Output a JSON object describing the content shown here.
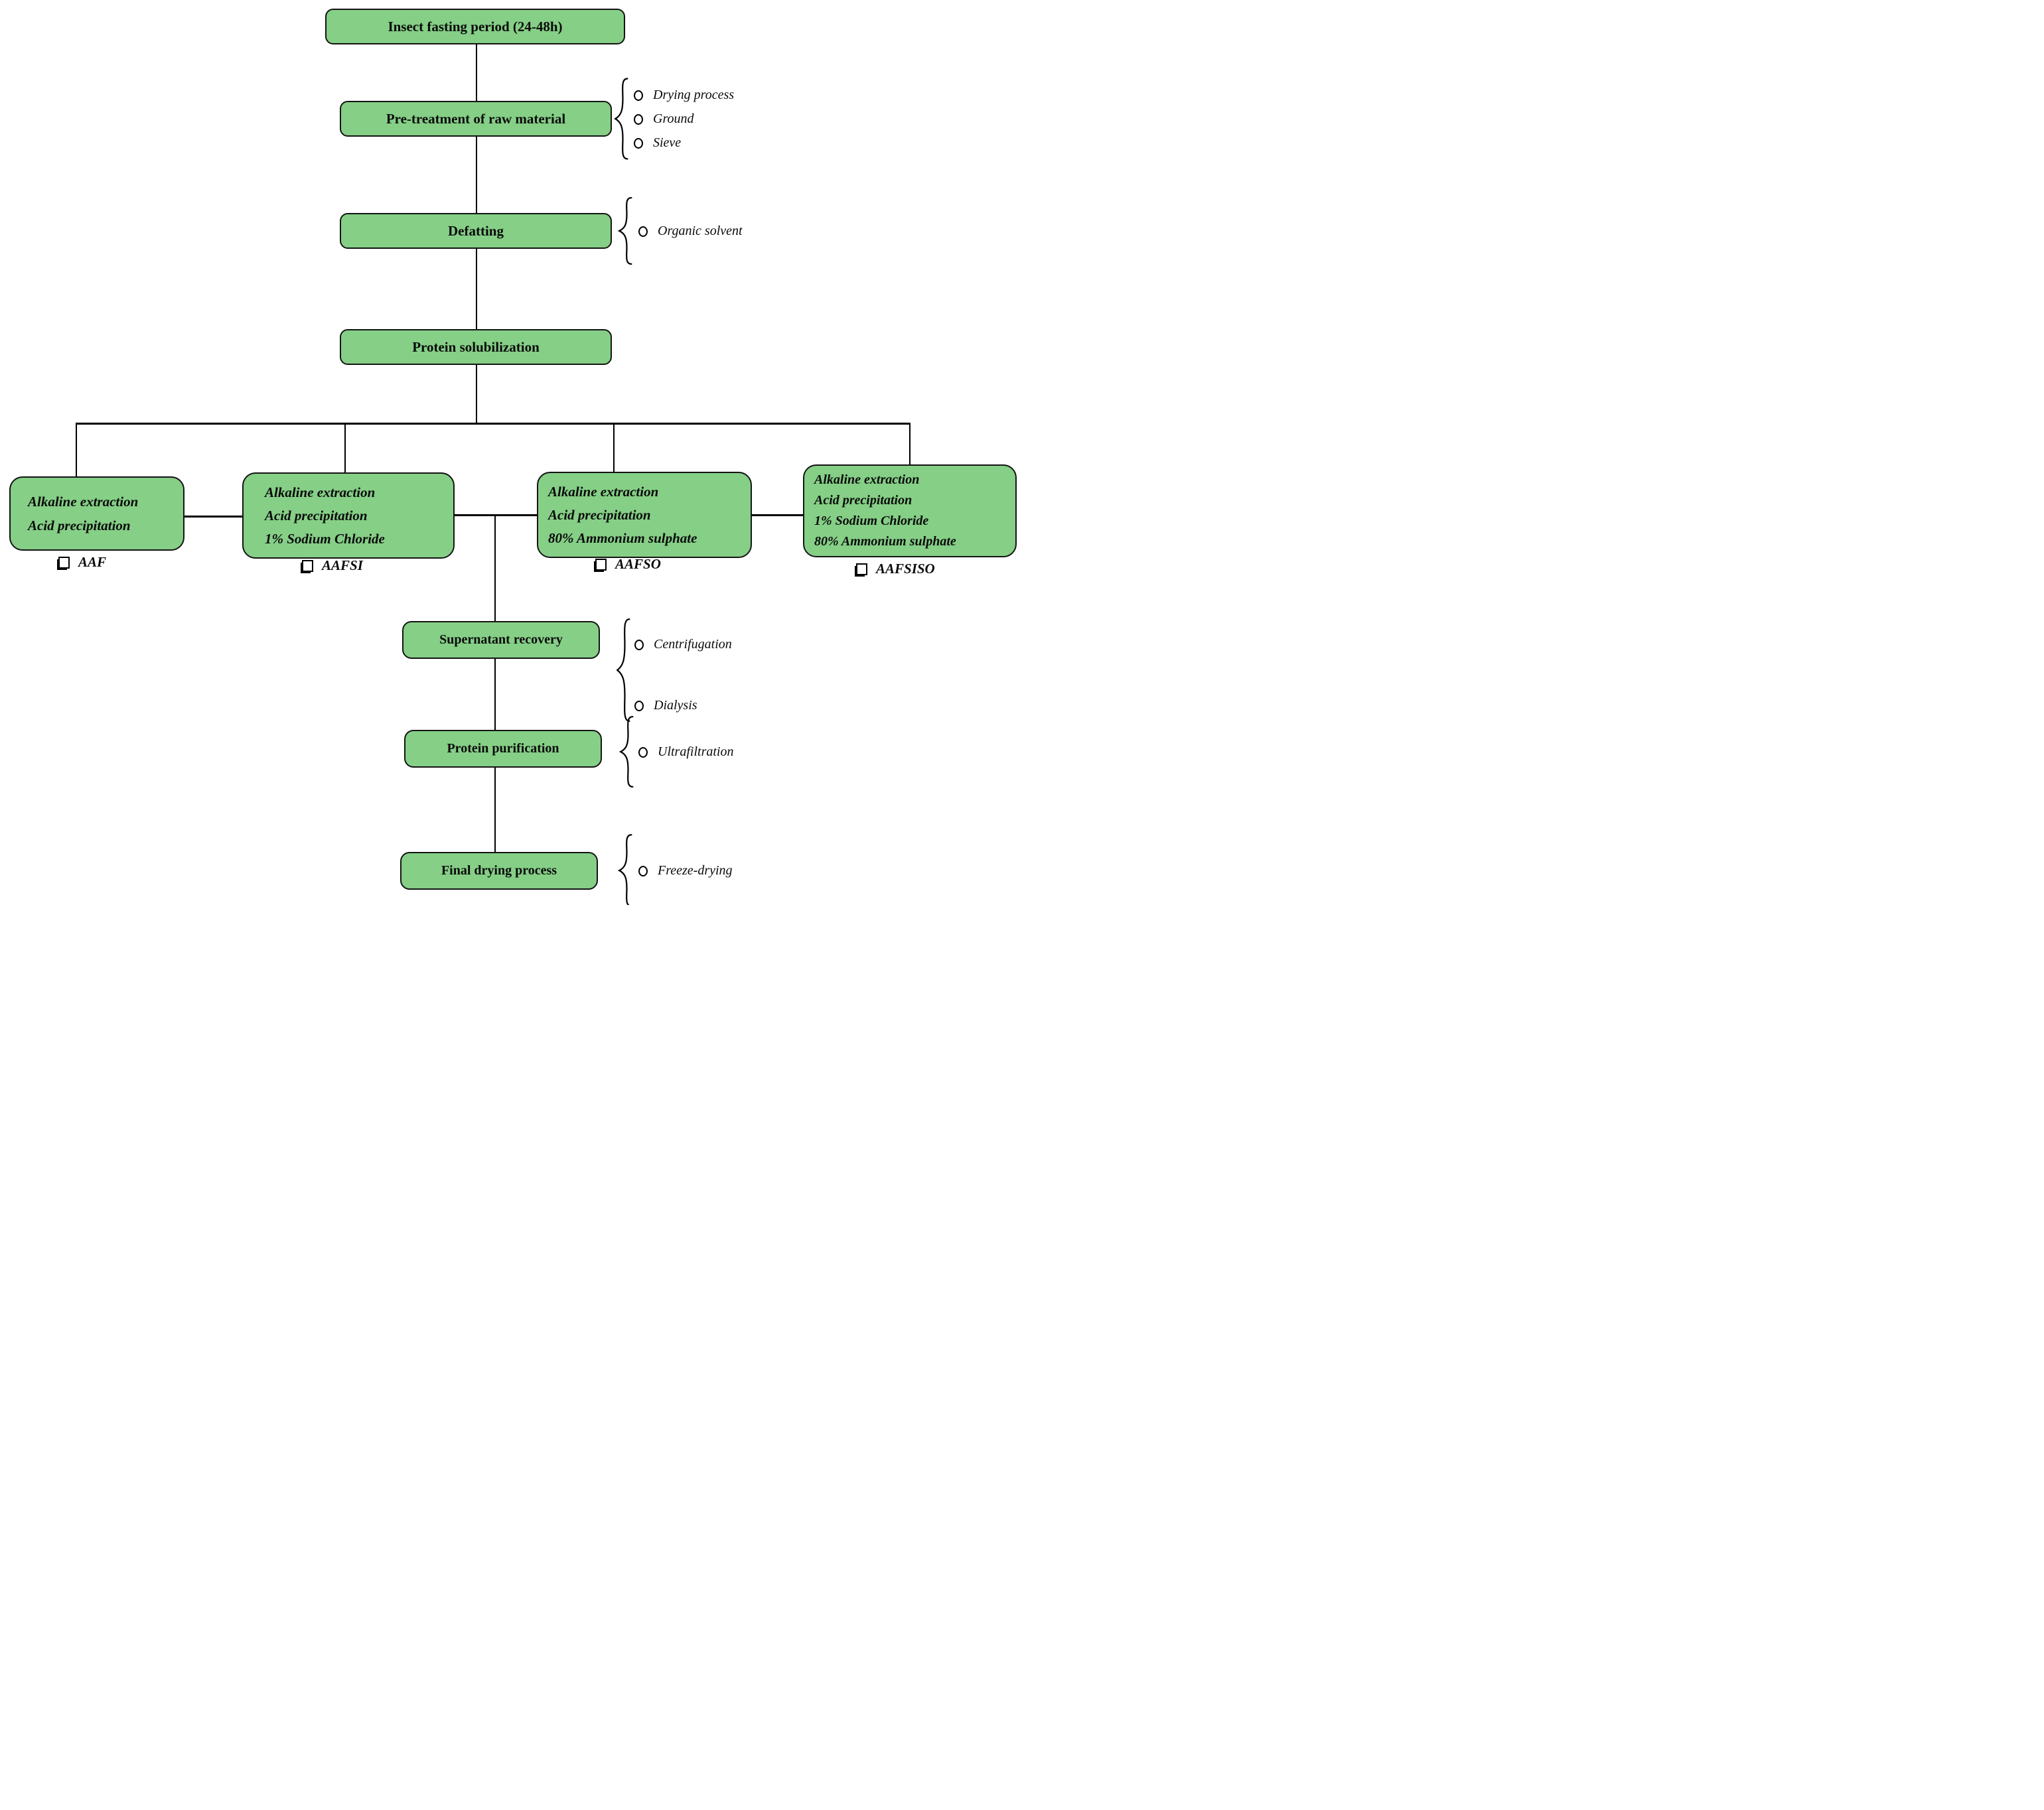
{
  "figure": {
    "type": "flowchart",
    "background": "#ffffff",
    "box_fill": "#85cf86",
    "box_border": "#141414",
    "line_color": "#000000"
  },
  "flow": {
    "step1": "Insect fasting period (24-48h)",
    "step2": "Pre-treatment of raw material",
    "step3": "Defatting",
    "step4": "Protein solubilization",
    "step5": "Supernatant recovery",
    "step6": "Protein purification",
    "step7": "Final drying process"
  },
  "annotations": {
    "pretreatment": {
      "items": [
        "Drying process",
        "Ground",
        "Sieve"
      ]
    },
    "defatting": {
      "items": [
        "Organic solvent"
      ]
    },
    "supernatant": {
      "items": [
        "Centrifugation",
        "Dialysis"
      ]
    },
    "purification": {
      "items": [
        "Ultrafiltration"
      ]
    },
    "final_drying": {
      "items": [
        "Freeze-drying"
      ]
    }
  },
  "branches": [
    {
      "lines": [
        "Alkaline extraction",
        "Acid precipitation"
      ],
      "label": "AAF"
    },
    {
      "lines": [
        "Alkaline extraction",
        "Acid precipitation",
        "1% Sodium Chloride"
      ],
      "label": "AAFSI"
    },
    {
      "lines": [
        "Alkaline extraction",
        "Acid precipitation",
        "80% Ammonium sulphate"
      ],
      "label": "AAFSO"
    },
    {
      "lines": [
        "Alkaline extraction",
        "Acid precipitation",
        "1% Sodium Chloride",
        "80% Ammonium sulphate"
      ],
      "label": "AAFSISO"
    }
  ]
}
